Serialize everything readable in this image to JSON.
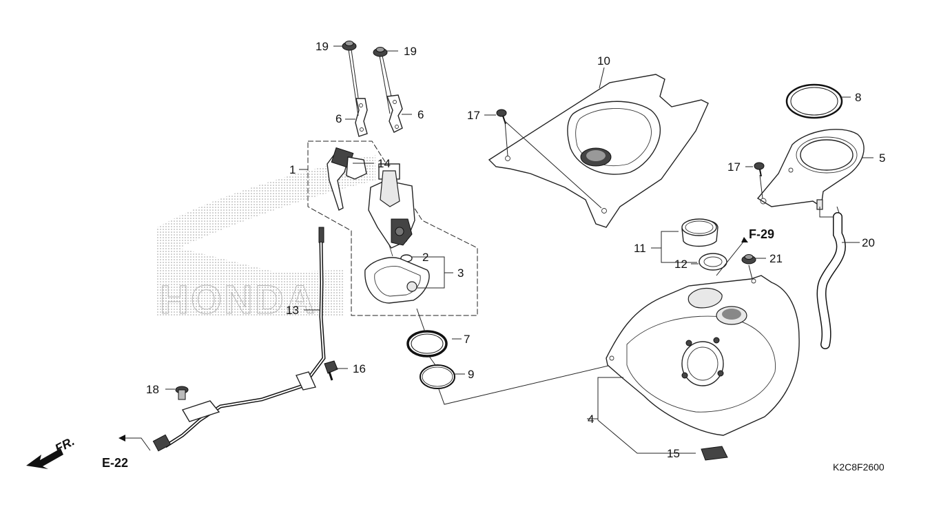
{
  "diagram": {
    "watermark_text": "HONDA",
    "drawing_code": "K2C8F2600",
    "direction_label": "FR.",
    "refs": {
      "e22": "E-22",
      "f29": "F-29"
    },
    "callouts": [
      {
        "id": "p1",
        "label": "1"
      },
      {
        "id": "p2",
        "label": "2"
      },
      {
        "id": "p3",
        "label": "3"
      },
      {
        "id": "p4",
        "label": "4"
      },
      {
        "id": "p5",
        "label": "5"
      },
      {
        "id": "p6a",
        "label": "6"
      },
      {
        "id": "p6b",
        "label": "6"
      },
      {
        "id": "p7",
        "label": "7"
      },
      {
        "id": "p8",
        "label": "8"
      },
      {
        "id": "p9",
        "label": "9"
      },
      {
        "id": "p10",
        "label": "10"
      },
      {
        "id": "p11",
        "label": "11"
      },
      {
        "id": "p12",
        "label": "12"
      },
      {
        "id": "p13",
        "label": "13"
      },
      {
        "id": "p14",
        "label": "14"
      },
      {
        "id": "p15",
        "label": "15"
      },
      {
        "id": "p16",
        "label": "16"
      },
      {
        "id": "p17a",
        "label": "17"
      },
      {
        "id": "p17b",
        "label": "17"
      },
      {
        "id": "p18",
        "label": "18"
      },
      {
        "id": "p19a",
        "label": "19"
      },
      {
        "id": "p19b",
        "label": "19"
      },
      {
        "id": "p20",
        "label": "20"
      },
      {
        "id": "p21",
        "label": "21"
      }
    ]
  }
}
